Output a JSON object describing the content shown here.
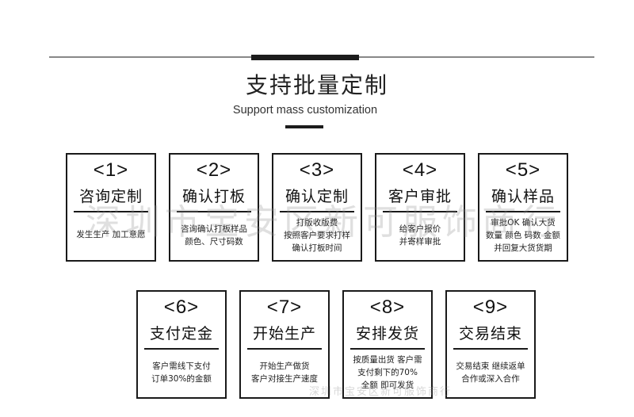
{
  "header": {
    "title": "支持批量定制",
    "subtitle": "Support mass customization"
  },
  "steps": [
    {
      "num": "<1>",
      "name": "咨询定制",
      "desc": [
        "发生生产 加工意愿"
      ]
    },
    {
      "num": "<2>",
      "name": "确认打板",
      "desc": [
        "咨询确认打板样品",
        "颜色、尺寸码数"
      ]
    },
    {
      "num": "<3>",
      "name": "确认定制",
      "desc": [
        "打版收版费",
        "按照客户要求打样",
        "确认打板时间"
      ]
    },
    {
      "num": "<4>",
      "name": "客户审批",
      "desc": [
        "给客户报价",
        "并寄样审批"
      ]
    },
    {
      "num": "<5>",
      "name": "确认样品",
      "desc": [
        "审批OK 确认大货",
        "数量 颜色 码数 金额",
        "并回复大货货期"
      ]
    },
    {
      "num": "<6>",
      "name": "支付定金",
      "desc": [
        "客户需线下支付",
        "订单30%的金额"
      ]
    },
    {
      "num": "<7>",
      "name": "开始生产",
      "desc": [
        "开始生产做货",
        "客户对接生产速度"
      ]
    },
    {
      "num": "<8>",
      "name": "安排发货",
      "desc": [
        "按质量出货 客户需",
        "支付剩下的70%",
        "全额 即可发货"
      ]
    },
    {
      "num": "<9>",
      "name": "交易结束",
      "desc": [
        "交易结束 继续返单",
        "合作或深入合作"
      ]
    }
  ],
  "watermark": {
    "main": "深圳市宝安区新可服饰商行",
    "bottom": "深圳市宝安区新可服饰商行"
  }
}
